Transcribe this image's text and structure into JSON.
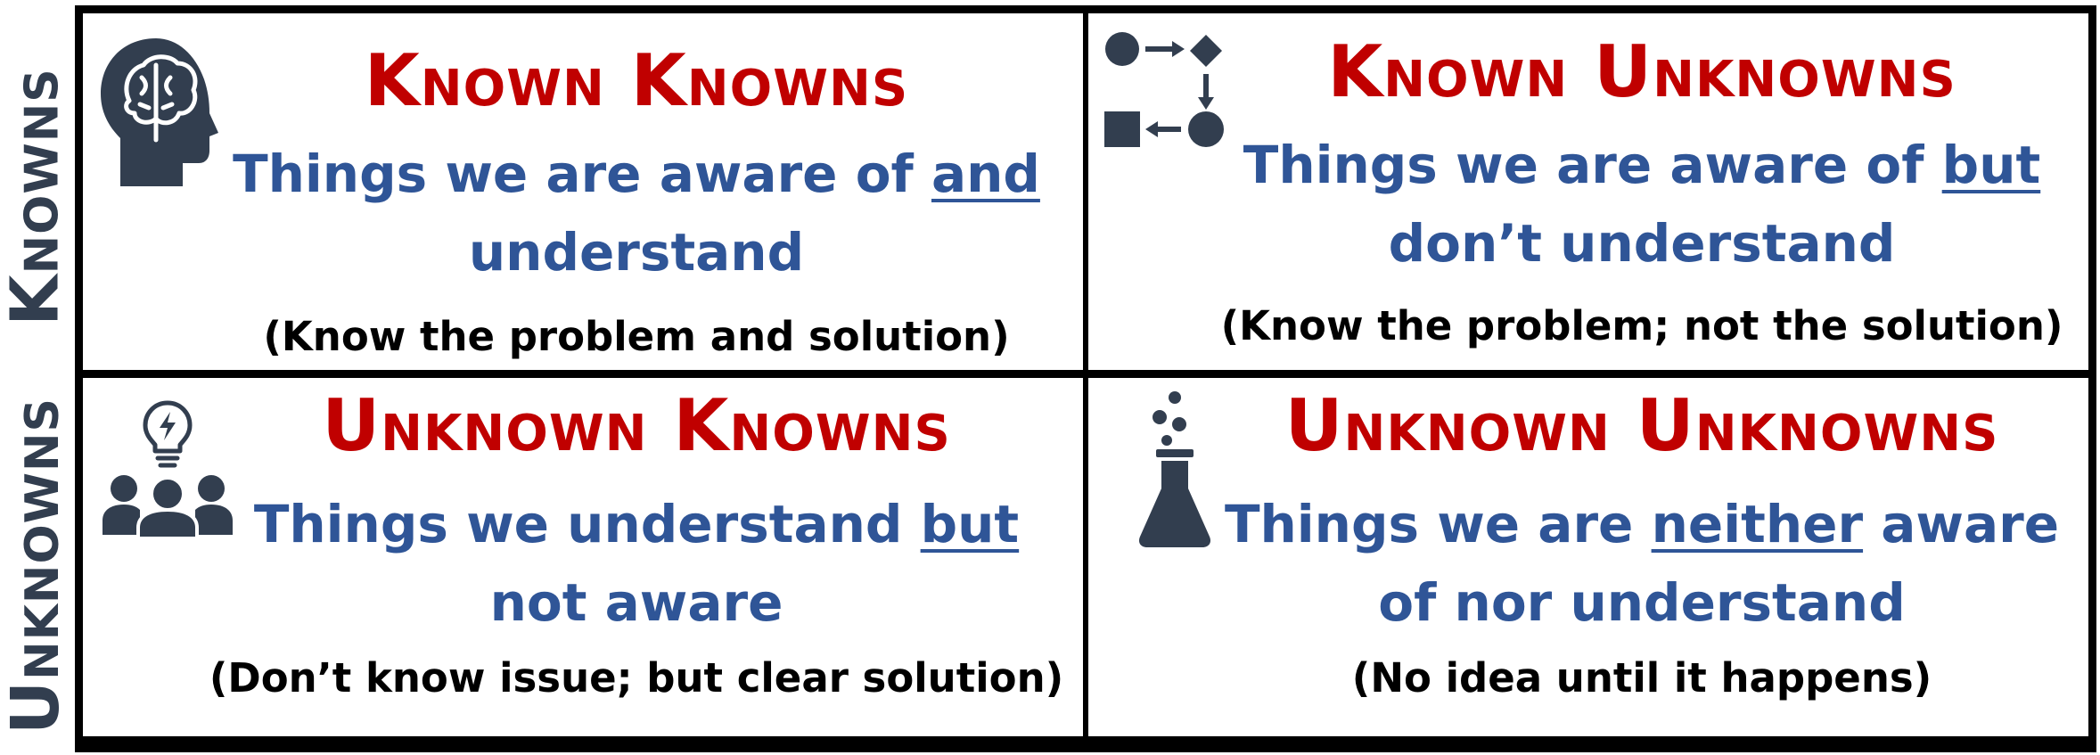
{
  "row_labels": {
    "knowns": "Knowns",
    "unknowns": "Unknowns"
  },
  "colors": {
    "title": "#c00000",
    "description": "#2f5597",
    "note": "#000000",
    "icon": "#323e4f",
    "border": "#000000"
  },
  "cells": [
    {
      "icon": "brain-head-icon",
      "title": "Known Knowns",
      "desc_before": "Things we are aware of ",
      "desc_underlined": "and",
      "desc_after": " understand",
      "note": "(Know the problem and solution)"
    },
    {
      "icon": "process-flow-icon",
      "title": "Known Unknowns",
      "desc_before": "Things we are aware of ",
      "desc_underlined": "but",
      "desc_after": " don’t understand",
      "note": "(Know the problem; not the solution)"
    },
    {
      "icon": "team-idea-icon",
      "title": "Unknown Knowns",
      "desc_before": "Things we understand ",
      "desc_underlined": "but",
      "desc_after": " not aware",
      "note": "(Don’t know issue; but clear solution)"
    },
    {
      "icon": "flask-icon",
      "title": "Unknown Unknowns",
      "desc_before": "Things we are ",
      "desc_underlined": "neither",
      "desc_after": " aware of nor understand",
      "note": "(No idea until it happens)"
    }
  ]
}
